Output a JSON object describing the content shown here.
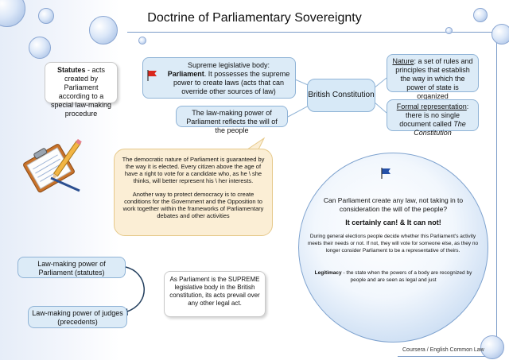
{
  "title": "Doctrine of Parliamentary Sovereignty",
  "statutes": {
    "bold": "Statutes",
    "text": " - acts created by Parliament according to a special law-making procedure"
  },
  "supreme": {
    "line1": "Supreme legislative body:",
    "bold": "Parliament",
    "rest": ". It possesses the supreme power to create laws (acts that can override other sources of law)"
  },
  "will": "The law-making power of Parliament reflects the will of the people",
  "center": "British Constitution",
  "nature": {
    "label": "Nature",
    "text": ": a set of rules and principles that establish the way in which the power of state is organized"
  },
  "formal": {
    "label": "Formal representation",
    "text": ": there is no single document called ",
    "italic": "The Constitution"
  },
  "speech": {
    "p1": "The democratic nature of Parliament is guaranteed by the way it is elected. Every citizen above the age of have a right to vote for a candidate who, as he \\ she thinks, will better represent his \\ her interests.",
    "p2": "Another way to protect democracy is to create conditions for the Government and the Opposition to work together within the frameworks of Parliamentary debates and other activities"
  },
  "circle": {
    "question": "Can Parliament create any law, not taking in to consideration the will of the people?",
    "answer": "It certainly can! & It can not!",
    "elections": "During general elections people decide whether this Parliament's activity meets their needs or not. If not, they will vote for someone else, as they no longer consider Parliament to be a representative of theirs.",
    "legit_bold": "Legitimacy",
    "legit_text": " - the state when the powers of a body are recognized by people and are seen as legal and just"
  },
  "parliament_power": "Law-making power of Parliament (statutes)",
  "judges_power": "Law-making power of judges (precedents)",
  "supreme_note": "As Parliament is the SUPREME legislative body in the British constitution, its acts prevail over any other legal act.",
  "footer": "Coursera / English Common Law",
  "icons": [
    "flag-icon",
    "clipboard-pencil-icon"
  ],
  "colors": {
    "accent": "#7a9cc8",
    "box_blue": "#dcebf7",
    "speech": "#fbeed5",
    "flag": "#d9271c"
  }
}
